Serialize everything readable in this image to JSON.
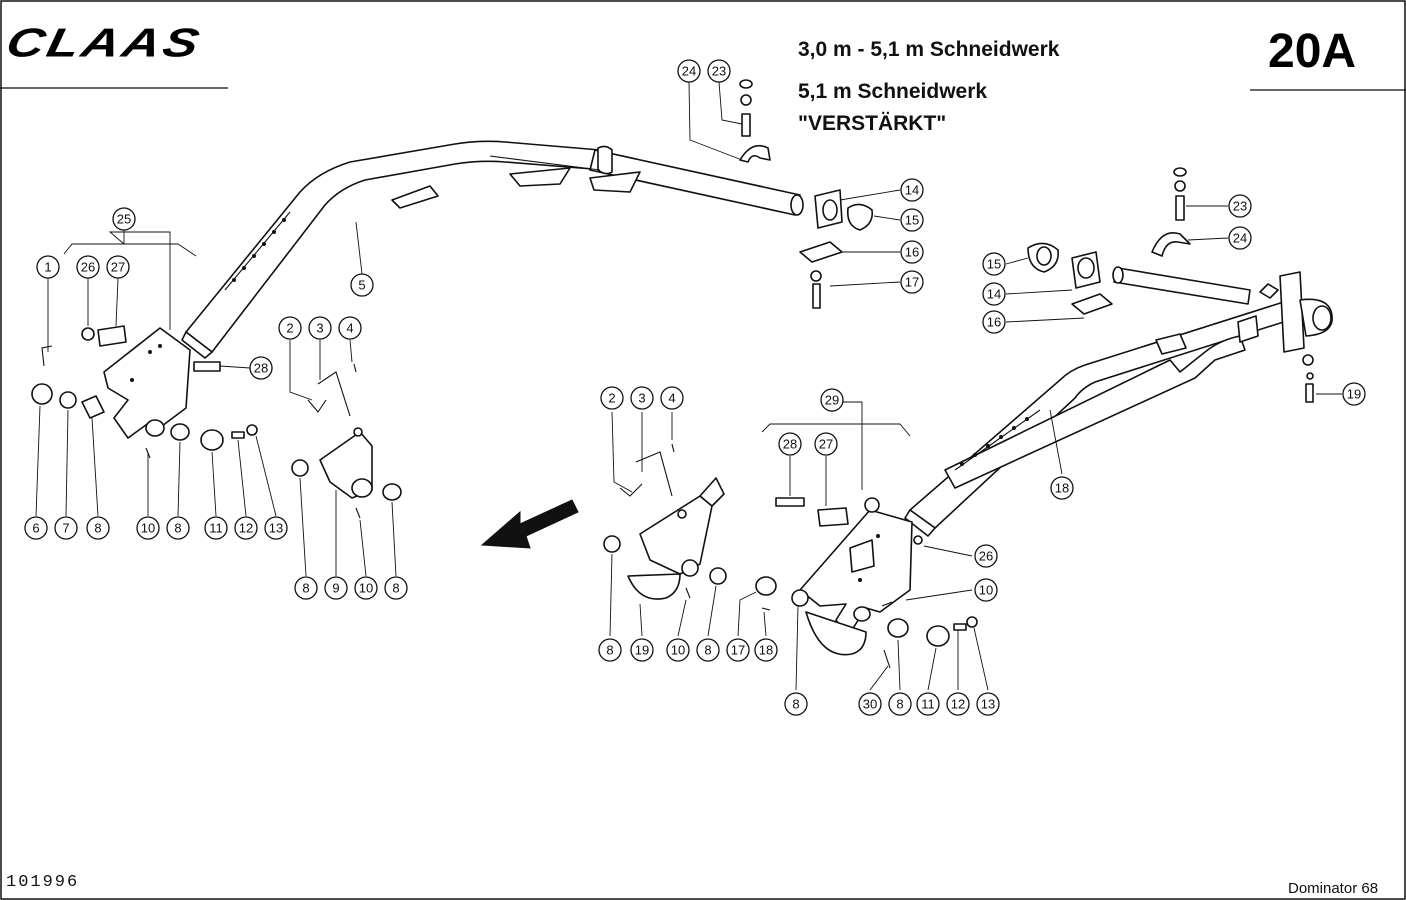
{
  "brand": {
    "logo_text": "CLAAS"
  },
  "header": {
    "title_line1": "3,0 m - 5,1 m Schneidwerk",
    "title_line2": "5,1 m Schneidwerk",
    "title_line3": "\"VERSTÄRKT\"",
    "page_number": "20A"
  },
  "footer": {
    "doc_number": "101996",
    "model": "Dominator 68"
  },
  "callouts": [
    {
      "label": "24"
    },
    {
      "label": "23"
    },
    {
      "label": "14"
    },
    {
      "label": "15"
    },
    {
      "label": "16"
    },
    {
      "label": "17"
    },
    {
      "label": "25"
    },
    {
      "label": "1"
    },
    {
      "label": "26"
    },
    {
      "label": "27"
    },
    {
      "label": "5"
    },
    {
      "label": "28"
    },
    {
      "label": "2"
    },
    {
      "label": "3"
    },
    {
      "label": "4"
    },
    {
      "label": "6"
    },
    {
      "label": "7"
    },
    {
      "label": "8"
    },
    {
      "label": "10"
    },
    {
      "label": "8"
    },
    {
      "label": "11"
    },
    {
      "label": "12"
    },
    {
      "label": "13"
    },
    {
      "label": "8"
    },
    {
      "label": "9"
    },
    {
      "label": "10"
    },
    {
      "label": "8"
    },
    {
      "label": "23"
    },
    {
      "label": "24"
    },
    {
      "label": "15"
    },
    {
      "label": "14"
    },
    {
      "label": "16"
    },
    {
      "label": "19"
    },
    {
      "label": "18"
    },
    {
      "label": "2"
    },
    {
      "label": "3"
    },
    {
      "label": "4"
    },
    {
      "label": "29"
    },
    {
      "label": "28"
    },
    {
      "label": "27"
    },
    {
      "label": "26"
    },
    {
      "label": "10"
    },
    {
      "label": "8"
    },
    {
      "label": "19"
    },
    {
      "label": "10"
    },
    {
      "label": "8"
    },
    {
      "label": "17"
    },
    {
      "label": "18"
    },
    {
      "label": "8"
    },
    {
      "label": "30"
    },
    {
      "label": "8"
    },
    {
      "label": "11"
    },
    {
      "label": "12"
    },
    {
      "label": "13"
    }
  ]
}
